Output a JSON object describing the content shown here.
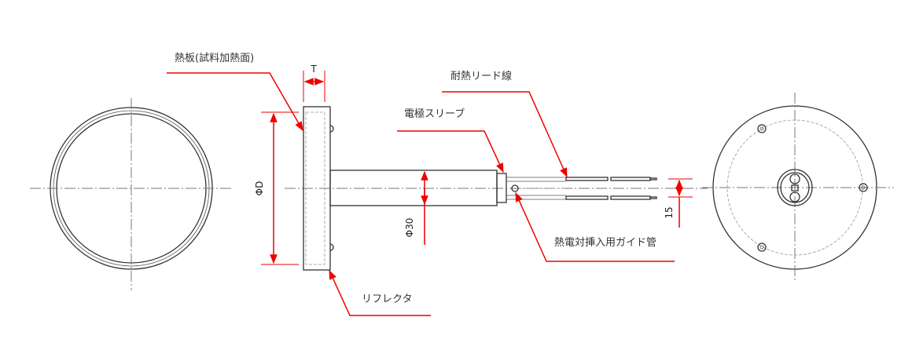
{
  "labels": {
    "hot_plate": "熱板(試料加熱面)",
    "lead_wire": "耐熱リード線",
    "electrode_sleeve": "電極スリーブ",
    "thermocouple_guide": "熱電対挿入用ガイド管",
    "reflector": "リフレクタ"
  },
  "dimensions": {
    "thickness": "T",
    "diameter": "ΦD",
    "tube_diameter": "Φ30",
    "lead_spacing": "15"
  },
  "colors": {
    "dimension": "#e00000",
    "line": "#333333"
  }
}
